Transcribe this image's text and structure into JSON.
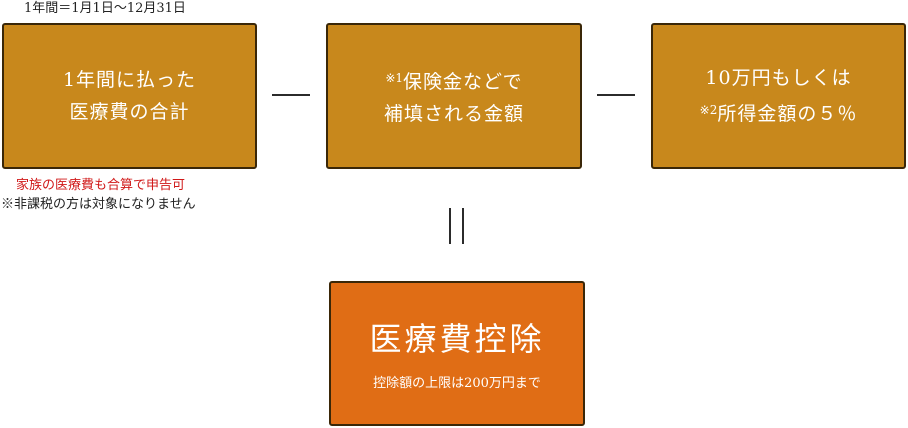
{
  "period_note": "1年間＝1月1日〜12月31日",
  "boxes": {
    "medical_total": {
      "line1": "1年間に払った",
      "line2": "医療費の合計"
    },
    "insurance": {
      "mark": "※1",
      "line1": "保険金などで",
      "line2": "補填される金額"
    },
    "threshold": {
      "line1": "10万円もしくは",
      "mark": "※2",
      "line2": "所得金額の５％"
    }
  },
  "family_note": "家族の医療費も合算で申告可",
  "tax_note": "※非課税の方は対象になりません",
  "result": {
    "title": "医療費控除",
    "subtitle": "控除額の上限は200万円まで"
  },
  "colors": {
    "box": "#c8881c",
    "result": "#e06d15",
    "red_note": "#d01818",
    "border": "#3a2708"
  }
}
